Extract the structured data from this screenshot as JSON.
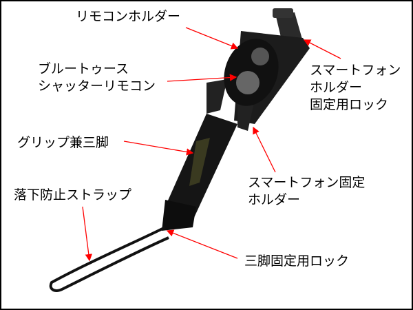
{
  "labels": {
    "remote_holder": "リモコンホルダー",
    "bt_remote_1": "ブルートゥース",
    "bt_remote_2": "シャッターリモコン",
    "phone_lock_1": "スマートフォン",
    "phone_lock_2": "ホルダー",
    "phone_lock_3": "固定用ロック",
    "grip": "グリップ兼三脚",
    "phone_holder_1": "スマートフォン固定",
    "phone_holder_2": "ホルダー",
    "strap": "落下防止ストラップ",
    "tripod_lock": "三脚固定用ロック"
  },
  "colors": {
    "arrow": "#ff0000",
    "body": "#1a1a1a"
  }
}
